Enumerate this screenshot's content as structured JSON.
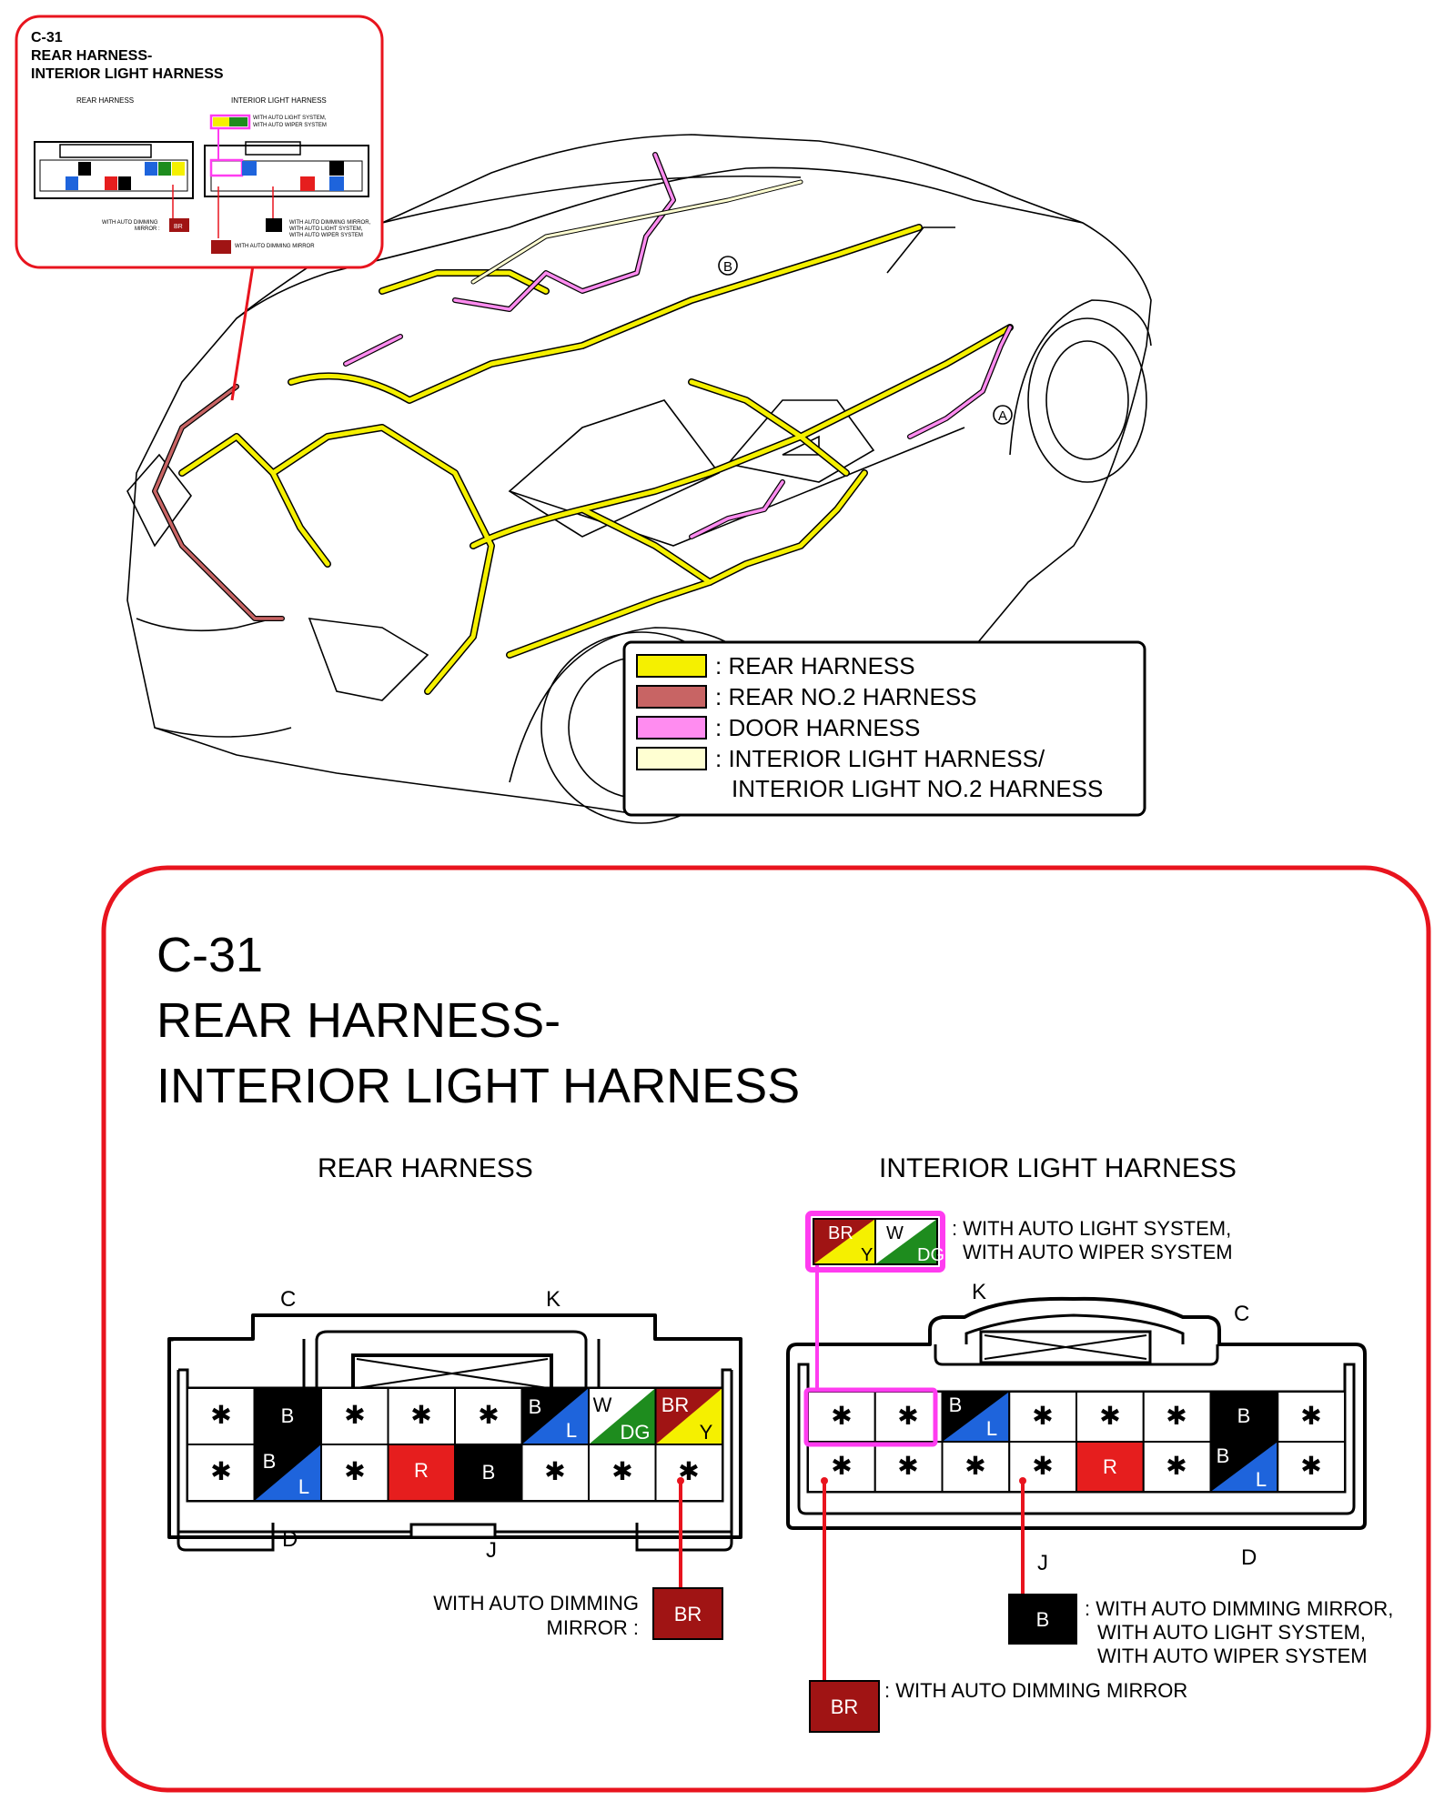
{
  "inset": {
    "code": "C-31",
    "title_line1": "REAR HARNESS-",
    "title_line2": "INTERIOR LIGHT HARNESS",
    "rear_label": "REAR HARNESS",
    "interior_label": "INTERIOR LIGHT HARNESS",
    "note_auto_light": "WITH AUTO LIGHT SYSTEM,",
    "note_auto_wiper": "WITH AUTO WIPER SYSTEM",
    "note_dimming_mirror_b": "WITH AUTO DIMMING MIRROR,",
    "note_auto_light_b": "WITH AUTO LIGHT SYSTEM,",
    "note_auto_wiper_b": "WITH AUTO WIPER SYSTEM",
    "note_dimming_rear_1": "WITH AUTO DIMMING",
    "note_dimming_rear_2": "MIRROR :",
    "note_dimming_interior": "WITH AUTO DIMMING MIRROR"
  },
  "car_markers": {
    "a": "A",
    "b": "B"
  },
  "legend": {
    "items": [
      {
        "label": ": REAR HARNESS",
        "color": "#f5f000"
      },
      {
        "label": ": REAR NO.2 HARNESS",
        "color": "#c86464"
      },
      {
        "label": ": DOOR HARNESS",
        "color": "#ff8cf0"
      },
      {
        "label": ": INTERIOR LIGHT HARNESS/",
        "label2": "INTERIOR LIGHT NO.2 HARNESS",
        "color": "#ffffd2"
      }
    ]
  },
  "detail": {
    "code": "C-31",
    "title_line1": "REAR HARNESS-",
    "title_line2": "INTERIOR LIGHT HARNESS",
    "rear": {
      "label": "REAR HARNESS",
      "letter_c": "C",
      "letter_k": "K",
      "letter_d": "D",
      "letter_j": "J",
      "note_line1": "WITH AUTO DIMMING",
      "note_line2": "MIRROR :",
      "note_box": "BR",
      "pins": {
        "r1_c2": "B",
        "r1_c6_a": "B",
        "r1_c6_b": "L",
        "r1_c7_a": "W",
        "r1_c7_b": "DG",
        "r1_c8_a": "BR",
        "r1_c8_b": "Y",
        "r2_c2_a": "B",
        "r2_c2_b": "L",
        "r2_c4": "R",
        "r2_c5": "B",
        "star": "✱"
      }
    },
    "interior": {
      "label": "INTERIOR LIGHT HARNESS",
      "letter_k": "K",
      "letter_c": "C",
      "letter_j": "J",
      "letter_d": "D",
      "top_box_a1": "BR",
      "top_box_a2": "Y",
      "top_box_b1": "W",
      "top_box_b2": "DG",
      "top_note1": ": WITH AUTO LIGHT SYSTEM,",
      "top_note2": "WITH AUTO WIPER SYSTEM",
      "b_box": "B",
      "b_note1": ": WITH AUTO DIMMING MIRROR,",
      "b_note2": "WITH AUTO LIGHT SYSTEM,",
      "b_note3": "WITH AUTO WIPER SYSTEM",
      "br_box": "BR",
      "br_note": ": WITH AUTO DIMMING MIRROR",
      "pins": {
        "r1_c3_a": "B",
        "r1_c3_b": "L",
        "r1_c7": "B",
        "r2_c5": "R",
        "r2_c7_a": "B",
        "r2_c7_b": "L",
        "star": "✱"
      }
    }
  },
  "colors": {
    "red_frame": "#e8141e",
    "magenta": "#ff3cf0",
    "yellow": "#f5f000",
    "brown": "#a01414",
    "black": "#000000",
    "blue": "#1e64dc",
    "green": "#1e8c1e",
    "red": "#e61e1e"
  }
}
